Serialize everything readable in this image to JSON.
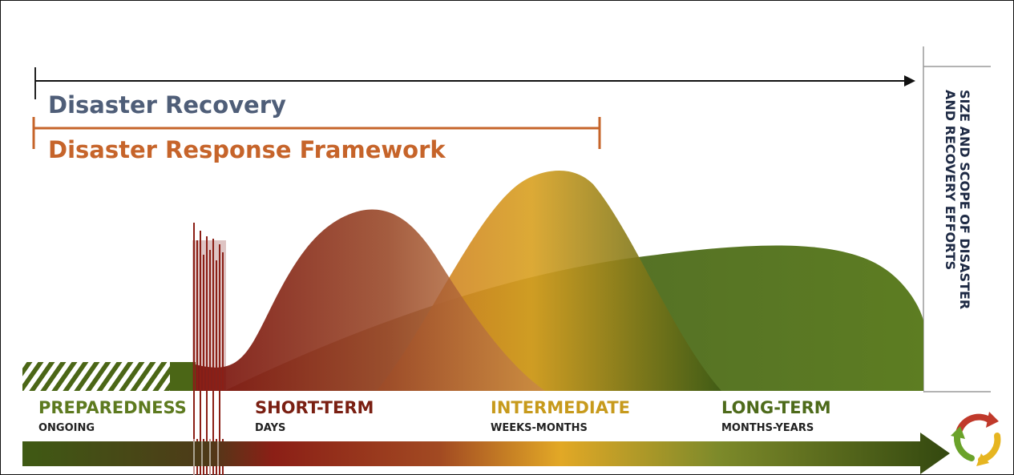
{
  "recovery_label": "Disaster Recovery",
  "framework_label": "Disaster Response Framework",
  "side_label": {
    "line1": "SIZE AND SCOPE OF DISASTER",
    "line2": "AND RECOVERY EFFORTS"
  },
  "phases": [
    {
      "name": "PREPAREDNESS",
      "sub": "ONGOING",
      "color": "#5d7a1f"
    },
    {
      "name": "SHORT-TERM",
      "sub": "DAYS",
      "color": "#7a1f12"
    },
    {
      "name": "INTERMEDIATE",
      "sub": "WEEKS-MONTHS",
      "color": "#c79a1c"
    },
    {
      "name": "LONG-TERM",
      "sub": "MONTHS-YEARS",
      "color": "#4e6b1b"
    }
  ],
  "colors": {
    "recovery": "#4f5e78",
    "framework": "#c6642a",
    "short_term": "#8b2a1a",
    "intermediate": "#d9a21f",
    "long_term": "#4d6b1a"
  },
  "icons": [
    "recycle-cycle-icon"
  ]
}
